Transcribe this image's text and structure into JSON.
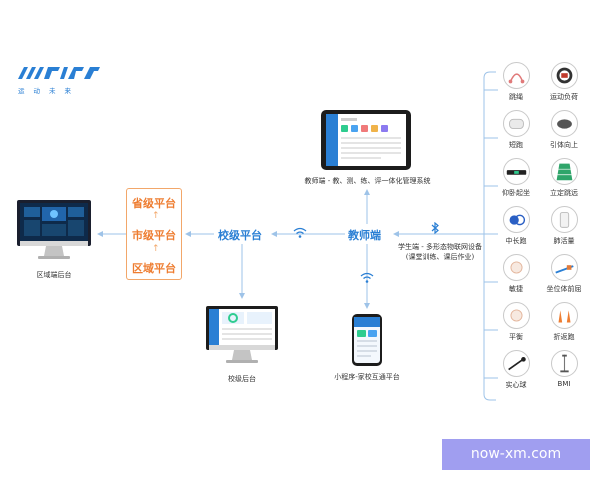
{
  "brand": {
    "name_cn": "运动未来"
  },
  "platforms": [
    "省级平台",
    "市级平台",
    "区域平台"
  ],
  "nodes": {
    "school": "校级平台",
    "teacher": "教师端"
  },
  "captions": {
    "district_backend": "区域端后台",
    "school_backend": "校级后台",
    "teacher_system": "教师端 - 教、测、练、评一体化管理系统",
    "miniprogram": "小程序-家校互通平台",
    "student_line1": "学生端 - 多形态物联网设备",
    "student_line2": "(课堂训练、课后作业)"
  },
  "devices": [
    [
      "跳绳",
      "运动负荷"
    ],
    [
      "短跑",
      "引体向上"
    ],
    [
      "仰卧起坐",
      "立定跳远"
    ],
    [
      "中长跑",
      "肺活量"
    ],
    [
      "敏捷",
      "坐位体前屈"
    ],
    [
      "平衡",
      "折返跑"
    ],
    [
      "实心球",
      "BMI"
    ]
  ],
  "icons": {
    "wireless": "wifi-icon",
    "bluetooth": "bluetooth-icon"
  },
  "colors": {
    "accent": "#2a7fd4",
    "platform": "#ee7d31",
    "connector": "#9ec3e8"
  },
  "watermark": "now-xm.com"
}
